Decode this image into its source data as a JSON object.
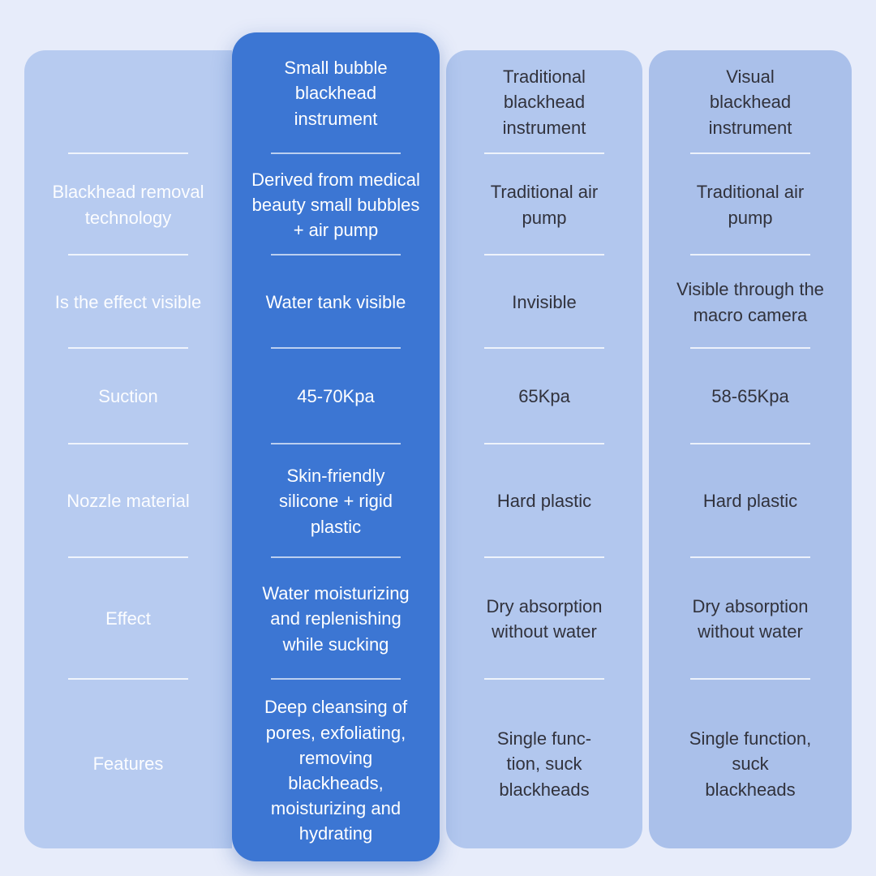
{
  "page": {
    "background": "#e7ecfa"
  },
  "colors": {
    "labels_panel": "#b7cbf0",
    "product_panel": "#3c76d3",
    "traditional_panel": "#b2c7ee",
    "visual_panel": "#aac0ea",
    "light_text": "#ffffff",
    "dark_text": "#31323c",
    "divider": "#ffffff"
  },
  "table": {
    "row_labels": [
      "Blackhead removal\ntechnology",
      "Is the effect visible",
      "Suction",
      "Nozzle material",
      "Effect",
      "Features"
    ],
    "columns": [
      {
        "header": "Small bubble\nblackhead\ninstrument",
        "values": [
          "Derived from medical\nbeauty small bubbles\n+ air pump",
          "Water tank visible",
          "45-70Kpa",
          "Skin-friendly\nsilicone + rigid\nplastic",
          "Water moisturizing\nand replenishing\nwhile sucking",
          "Deep cleansing of\npores, exfoliating,\nremoving\nblackheads,\nmoisturizing and\nhydrating"
        ]
      },
      {
        "header": "Traditional\nblackhead\ninstrument",
        "values": [
          "Traditional air\npump",
          "Invisible",
          "65Kpa",
          "Hard plastic",
          "Dry absorption\nwithout water",
          "Single func-\ntion, suck\nblackheads"
        ]
      },
      {
        "header": "Visual\nblackhead\ninstrument",
        "values": [
          "Traditional air\npump",
          "Visible through the\nmacro camera",
          "58-65Kpa",
          "Hard plastic",
          "Dry absorption\nwithout water",
          "Single function,\nsuck\nblackheads"
        ]
      }
    ]
  },
  "chart_data": {
    "type": "table",
    "title": "Blackhead instrument comparison",
    "row_headers": [
      "Blackhead removal technology",
      "Is the effect visible",
      "Suction",
      "Nozzle material",
      "Effect",
      "Features"
    ],
    "column_headers": [
      "Small bubble blackhead instrument",
      "Traditional blackhead instrument",
      "Visual blackhead instrument"
    ],
    "rows": [
      [
        "Derived from medical beauty small bubbles + air pump",
        "Traditional air pump",
        "Traditional air pump"
      ],
      [
        "Water tank visible",
        "Invisible",
        "Visible through the macro camera"
      ],
      [
        "45-70Kpa",
        "65Kpa",
        "58-65Kpa"
      ],
      [
        "Skin-friendly silicone + rigid plastic",
        "Hard plastic",
        "Hard plastic"
      ],
      [
        "Water moisturizing and replenishing while sucking",
        "Dry absorption without water",
        "Dry absorption without water"
      ],
      [
        "Deep cleansing of pores, exfoliating, removing blackheads, moisturizing and hydrating",
        "Single function, suck blackheads",
        "Single function, suck blackheads"
      ]
    ]
  }
}
